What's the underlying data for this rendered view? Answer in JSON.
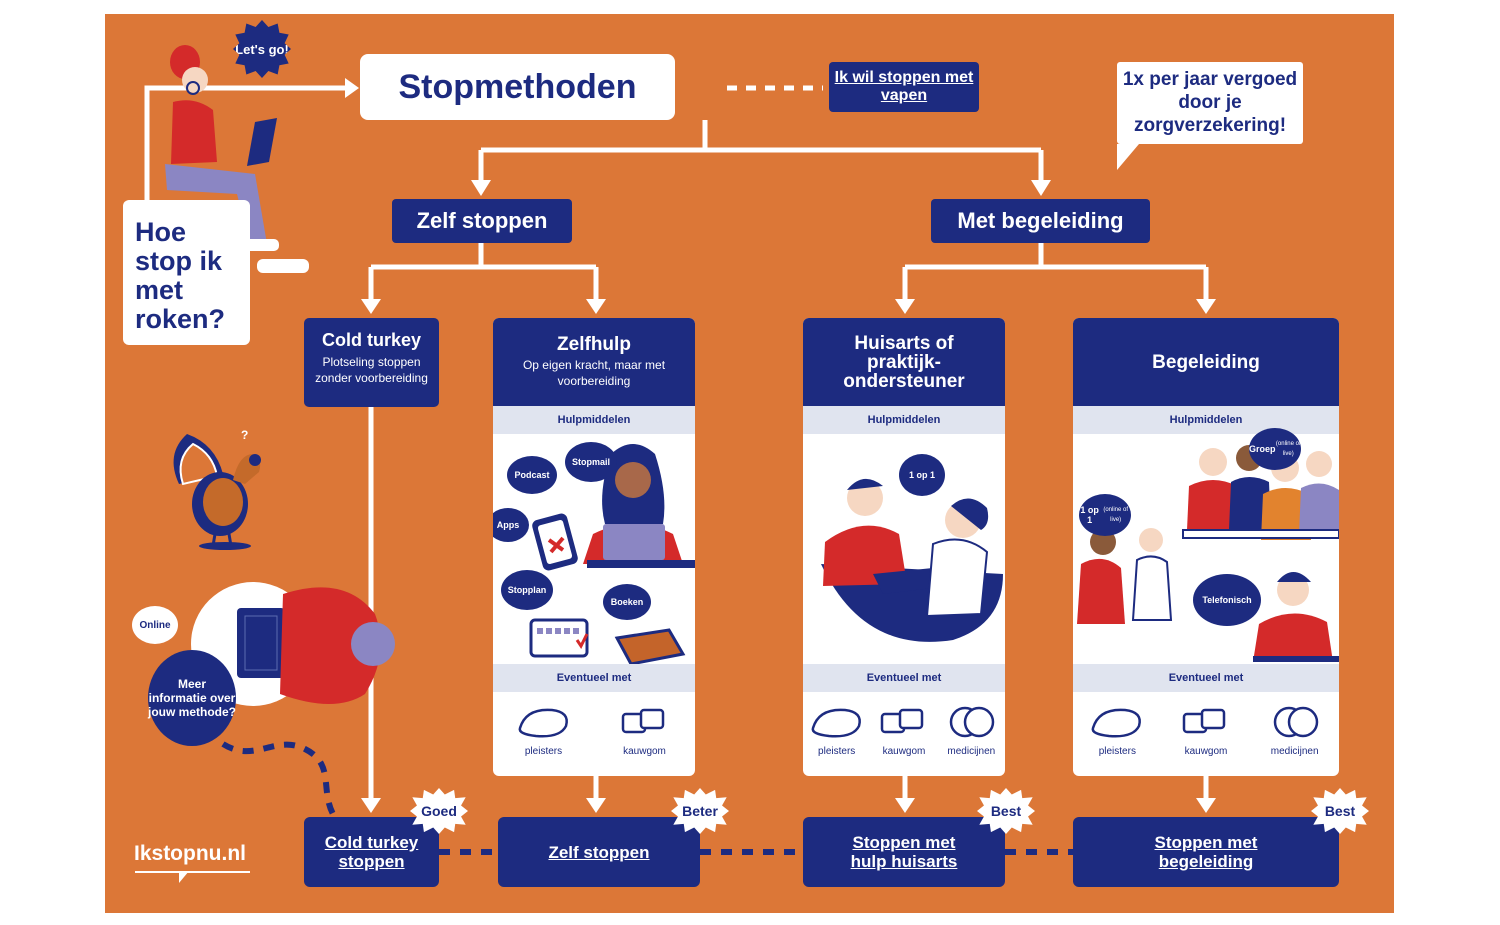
{
  "header": {
    "title": "Stopmethoden",
    "vape_link": "Ik wil stoppen met vapen",
    "lets_go": "Let's go!",
    "question": "Hoe stop ik met roken?",
    "reimbursement": "1x per jaar vergoed door je zorgverzekering!"
  },
  "branches": {
    "zelf": "Zelf stoppen",
    "begeleiding": "Met begeleiding"
  },
  "methods": {
    "cold_turkey": {
      "title": "Cold turkey",
      "subtitle": "Plotseling stoppen zonder voorbereiding"
    },
    "zelfhulp": {
      "title": "Zelfhulp",
      "subtitle": "Op eigen kracht, maar met voorbereiding"
    },
    "huisarts": {
      "title": "Huisarts of praktijk-ondersteuner"
    },
    "begeleiding": {
      "title": "Begeleiding"
    }
  },
  "labels": {
    "hulpmiddelen": "Hulpmiddelen",
    "eventueel": "Eventueel met"
  },
  "aids": {
    "zelfhulp": [
      "Podcast",
      "Stopmail",
      "Apps",
      "Stopplan",
      "Boeken"
    ],
    "huisarts": [
      "1 op 1"
    ],
    "begeleiding": {
      "groep": "Groep",
      "groep_sub": "(online of live)",
      "een_op_een": "1 op 1",
      "een_op_een_sub": "(online of live)",
      "telefonisch": "Telefonisch"
    }
  },
  "extras": {
    "pleisters": "pleisters",
    "kauwgom": "kauwgom",
    "medicijnen": "medicijnen"
  },
  "results": [
    {
      "label": "Cold turkey stoppen",
      "badge": "Goed"
    },
    {
      "label": "Zelf stoppen",
      "badge": "Beter"
    },
    {
      "label": "Stoppen met hulp huisarts",
      "badge": "Best"
    },
    {
      "label": "Stoppen met begeleiding",
      "badge": "Best"
    }
  ],
  "side": {
    "online": "Online",
    "meer_info": "Meer informatie over jouw methode?",
    "logo": "Ikstopnu.nl",
    "turkey_question": "?"
  },
  "colors": {
    "orange": "#dc7737",
    "navy": "#1d2b80",
    "red": "#d42a2a",
    "white": "#ffffff"
  }
}
